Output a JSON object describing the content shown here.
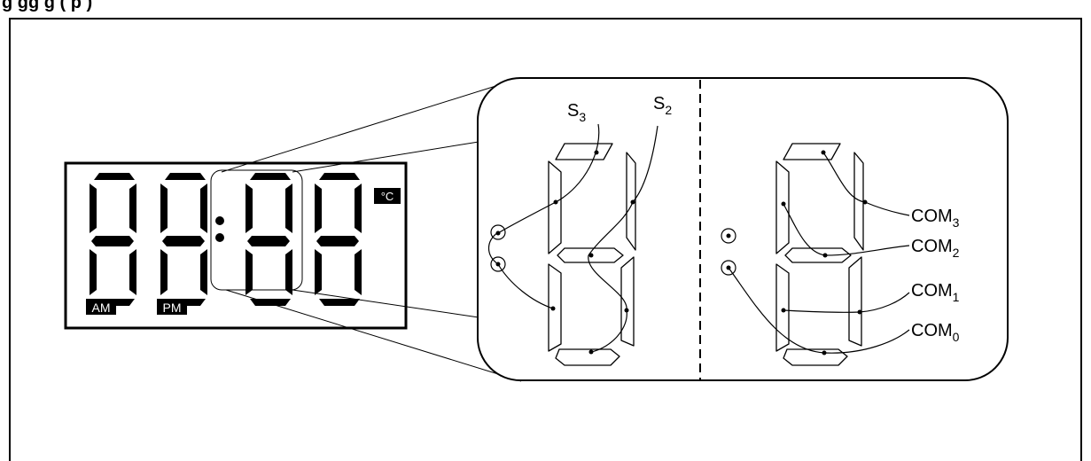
{
  "caption": "g                                                  gg g   (         p                    )",
  "display": {
    "badge_celsius": "°C",
    "badge_am": "AM",
    "badge_pm": "PM"
  },
  "labels": {
    "s3": {
      "base": "S",
      "sub": "3"
    },
    "s2": {
      "base": "S",
      "sub": "2"
    },
    "com3": {
      "base": "COM",
      "sub": "3"
    },
    "com2": {
      "base": "COM",
      "sub": "2"
    },
    "com1": {
      "base": "COM",
      "sub": "1"
    },
    "com0": {
      "base": "COM",
      "sub": "0"
    }
  }
}
